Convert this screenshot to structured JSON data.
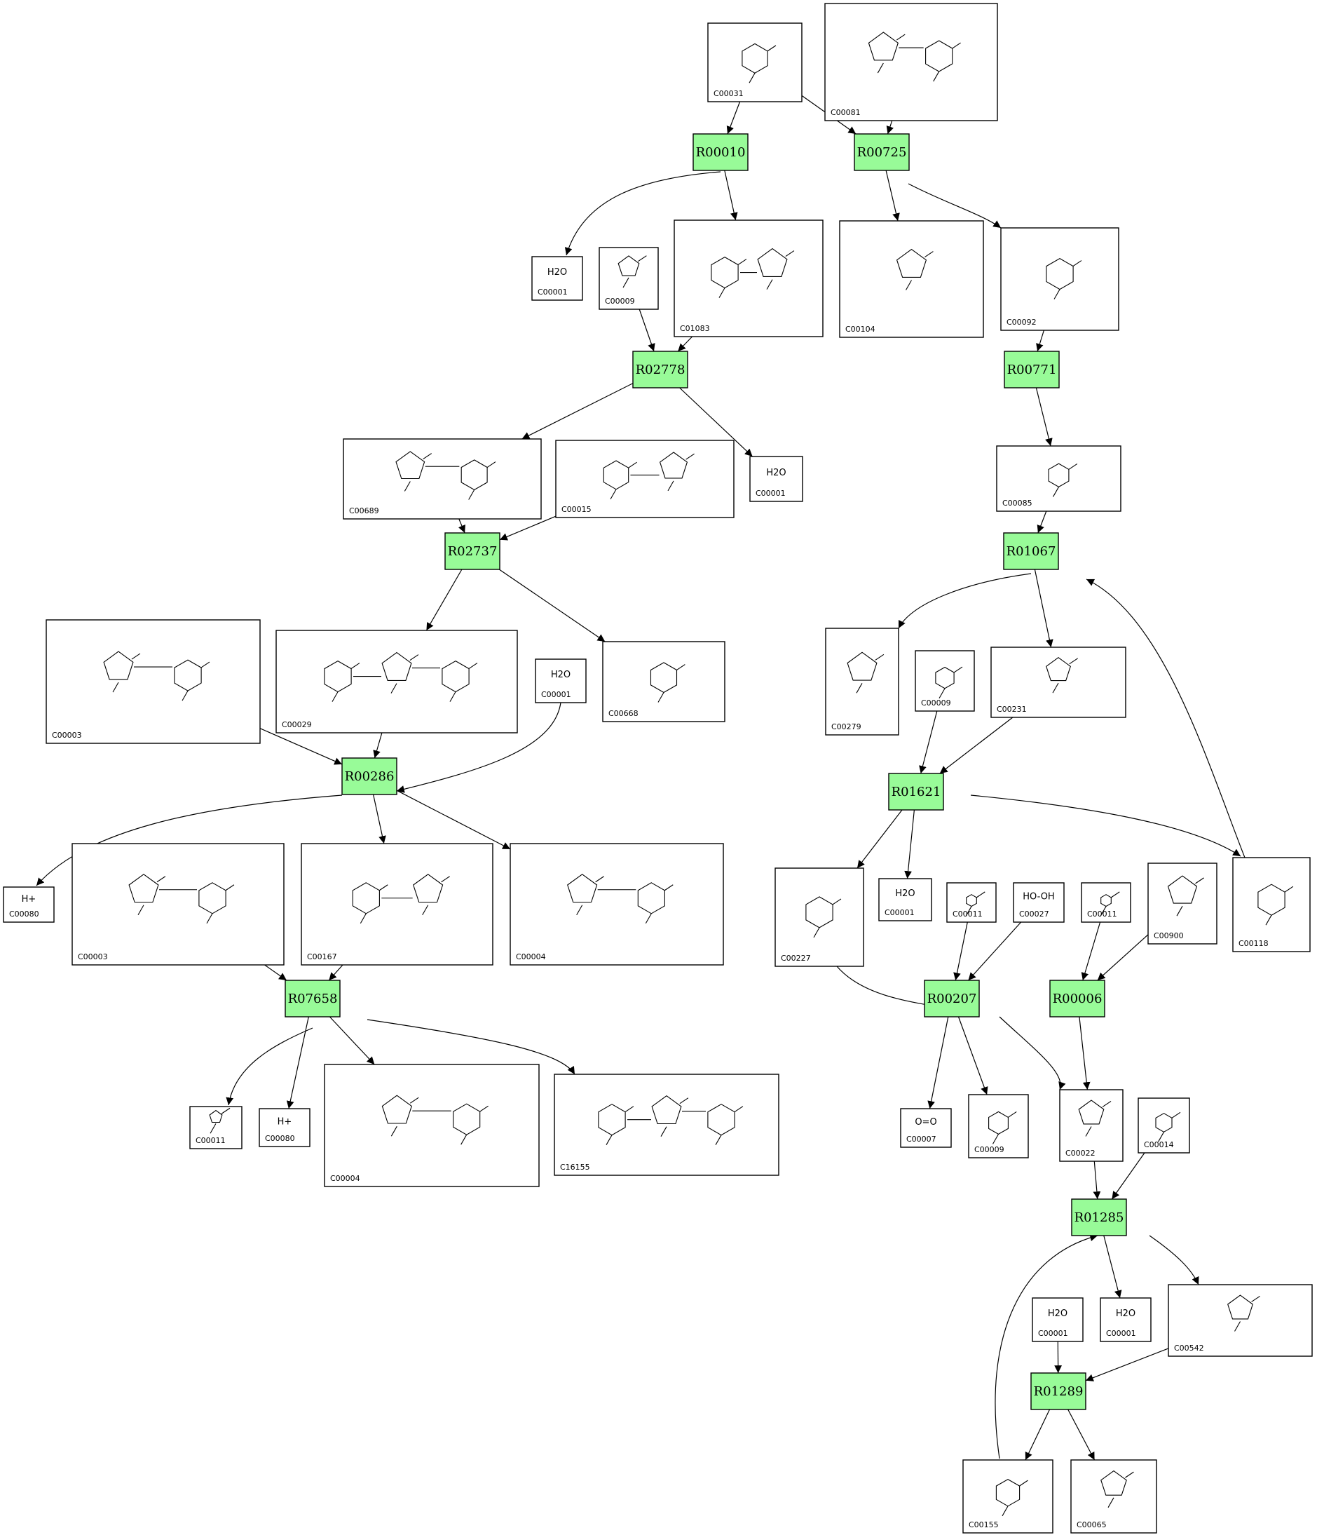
{
  "reactions": [
    {
      "id": "R00010",
      "label": "R00010"
    },
    {
      "id": "R00725",
      "label": "R00725"
    },
    {
      "id": "R02778",
      "label": "R02778"
    },
    {
      "id": "R00771",
      "label": "R00771"
    },
    {
      "id": "R02737",
      "label": "R02737"
    },
    {
      "id": "R01067",
      "label": "R01067"
    },
    {
      "id": "R00286",
      "label": "R00286"
    },
    {
      "id": "R01621",
      "label": "R01621"
    },
    {
      "id": "R07658",
      "label": "R07658"
    },
    {
      "id": "R00207",
      "label": "R00207"
    },
    {
      "id": "R00006",
      "label": "R00006"
    },
    {
      "id": "R01285",
      "label": "R01285"
    },
    {
      "id": "R01289",
      "label": "R01289"
    }
  ],
  "compounds": [
    {
      "id": "n01",
      "label": "C00031"
    },
    {
      "id": "n02",
      "label": "C00081"
    },
    {
      "id": "n03",
      "label": "C00001",
      "formula": "H2O"
    },
    {
      "id": "n04",
      "label": "C00009"
    },
    {
      "id": "n05",
      "label": "C01083"
    },
    {
      "id": "n06",
      "label": "C00104"
    },
    {
      "id": "n07",
      "label": "C00092"
    },
    {
      "id": "n08",
      "label": "C00689"
    },
    {
      "id": "n09",
      "label": "C00015"
    },
    {
      "id": "n10",
      "label": "C00001",
      "formula": "H2O"
    },
    {
      "id": "n11",
      "label": "C00085"
    },
    {
      "id": "n12",
      "label": "C00003"
    },
    {
      "id": "n13",
      "label": "C00029"
    },
    {
      "id": "n14",
      "label": "C00001",
      "formula": "H2O"
    },
    {
      "id": "n15",
      "label": "C00668"
    },
    {
      "id": "n16",
      "label": "C00279"
    },
    {
      "id": "n17",
      "label": "C00009"
    },
    {
      "id": "n18",
      "label": "C00231"
    },
    {
      "id": "n19",
      "label": "C00080",
      "formula": "H+"
    },
    {
      "id": "n20",
      "label": "C00003"
    },
    {
      "id": "n21",
      "label": "C00167"
    },
    {
      "id": "n22",
      "label": "C00004"
    },
    {
      "id": "n23",
      "label": "C00227"
    },
    {
      "id": "n24",
      "label": "C00001",
      "formula": "H2O"
    },
    {
      "id": "n25",
      "label": "C00011"
    },
    {
      "id": "n26",
      "label": "C00027",
      "formula": "HO-OH"
    },
    {
      "id": "n27",
      "label": "C00011"
    },
    {
      "id": "n28",
      "label": "C00900"
    },
    {
      "id": "n29",
      "label": "C00118"
    },
    {
      "id": "n30",
      "label": "C00011"
    },
    {
      "id": "n31",
      "label": "C00080",
      "formula": "H+"
    },
    {
      "id": "n32",
      "label": "C00004"
    },
    {
      "id": "n33",
      "label": "C16155"
    },
    {
      "id": "n34",
      "label": "C00007",
      "formula": "O=O"
    },
    {
      "id": "n35",
      "label": "C00009"
    },
    {
      "id": "n36",
      "label": "C00022"
    },
    {
      "id": "n37",
      "label": "C00014"
    },
    {
      "id": "n38",
      "label": "C00001",
      "formula": "H2O"
    },
    {
      "id": "n39",
      "label": "C00001",
      "formula": "H2O"
    },
    {
      "id": "n40",
      "label": "C00542"
    },
    {
      "id": "n41",
      "label": "C00155"
    },
    {
      "id": "n42",
      "label": "C00065"
    }
  ],
  "edges": [
    {
      "from": "n01",
      "to": "R00010"
    },
    {
      "from": "n01",
      "to": "R00725"
    },
    {
      "from": "n02",
      "to": "R00725"
    },
    {
      "from": "R00010",
      "to": "n03"
    },
    {
      "from": "R00010",
      "to": "n05"
    },
    {
      "from": "R00725",
      "to": "n06"
    },
    {
      "from": "R00725",
      "to": "n07"
    },
    {
      "from": "n04",
      "to": "R02778"
    },
    {
      "from": "n05",
      "to": "R02778"
    },
    {
      "from": "n07",
      "to": "R00771"
    },
    {
      "from": "R02778",
      "to": "n08"
    },
    {
      "from": "R02778",
      "to": "n10"
    },
    {
      "from": "R00771",
      "to": "n11"
    },
    {
      "from": "n08",
      "to": "R02737"
    },
    {
      "from": "n09",
      "to": "R02737"
    },
    {
      "from": "n11",
      "to": "R01067"
    },
    {
      "from": "R02737",
      "to": "n13"
    },
    {
      "from": "R02737",
      "to": "n15"
    },
    {
      "from": "R01067",
      "to": "n16"
    },
    {
      "from": "R01067",
      "to": "n18"
    },
    {
      "from": "n29",
      "to": "R01067"
    },
    {
      "from": "n12",
      "to": "R00286"
    },
    {
      "from": "n13",
      "to": "R00286"
    },
    {
      "from": "n14",
      "to": "R00286"
    },
    {
      "from": "n17",
      "to": "R01621"
    },
    {
      "from": "n18",
      "to": "R01621"
    },
    {
      "from": "R00286",
      "to": "n19"
    },
    {
      "from": "R00286",
      "to": "n21"
    },
    {
      "from": "R00286",
      "to": "n22"
    },
    {
      "from": "R01621",
      "to": "n23"
    },
    {
      "from": "R01621",
      "to": "n24"
    },
    {
      "from": "R01621",
      "to": "n29"
    },
    {
      "from": "n20",
      "to": "R07658"
    },
    {
      "from": "n21",
      "to": "R07658"
    },
    {
      "from": "n23",
      "to": "R00207"
    },
    {
      "from": "n25",
      "to": "R00207"
    },
    {
      "from": "n26",
      "to": "R00207"
    },
    {
      "from": "n27",
      "to": "R00006"
    },
    {
      "from": "n28",
      "to": "R00006"
    },
    {
      "from": "R07658",
      "to": "n30"
    },
    {
      "from": "R07658",
      "to": "n31"
    },
    {
      "from": "R07658",
      "to": "n32"
    },
    {
      "from": "R07658",
      "to": "n33"
    },
    {
      "from": "R00207",
      "to": "n34"
    },
    {
      "from": "R00207",
      "to": "n35"
    },
    {
      "from": "R00207",
      "to": "n36"
    },
    {
      "from": "R00006",
      "to": "n36"
    },
    {
      "from": "n36",
      "to": "R01285"
    },
    {
      "from": "n37",
      "to": "R01285"
    },
    {
      "from": "n41",
      "to": "R01285"
    },
    {
      "from": "R01285",
      "to": "n39"
    },
    {
      "from": "R01285",
      "to": "n40"
    },
    {
      "from": "n38",
      "to": "R01289"
    },
    {
      "from": "n40",
      "to": "R01289"
    },
    {
      "from": "R01289",
      "to": "n41"
    },
    {
      "from": "R01289",
      "to": "n42"
    }
  ],
  "colors": {
    "reaction_fill": "#98fb98",
    "stroke": "#000000",
    "background": "#ffffff"
  }
}
